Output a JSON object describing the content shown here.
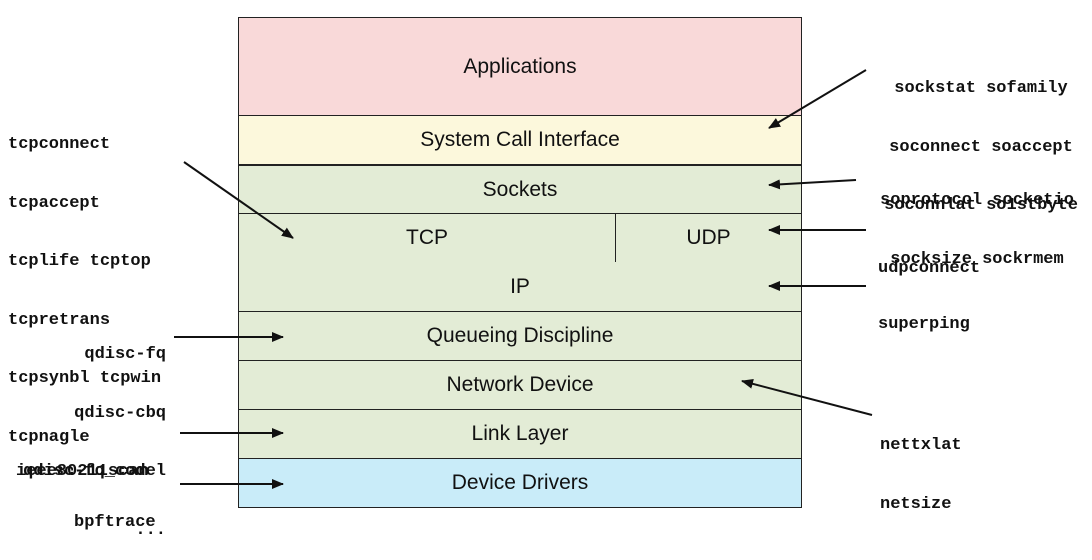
{
  "colors": {
    "applications": "#f9d9d9",
    "syscall": "#fcf8dc",
    "kernel": "#e3ecd6",
    "drivers": "#c9ecf9",
    "border": "#222222",
    "arrow": "#111111"
  },
  "layers": {
    "applications": "Applications",
    "syscall": "System Call Interface",
    "sockets": "Sockets",
    "tcp": "TCP",
    "udp": "UDP",
    "ip": "IP",
    "qdisc": "Queueing Discipline",
    "netdev": "Network Device",
    "linklayer": "Link Layer",
    "drivers": "Device Drivers"
  },
  "tools": {
    "syscall": [
      "sockstat sofamily",
      "soconnect soaccept",
      "soconnlat so1stbyte"
    ],
    "sockets": [
      "soprotocol socketio",
      "socksize sockrmem"
    ],
    "udp": [
      "udpconnect"
    ],
    "ip": [
      "superping"
    ],
    "netdev": [
      "nettxlat",
      "netsize"
    ],
    "tcp": [
      "tcpconnect",
      "tcpaccept",
      "tcplife tcptop",
      "tcpretrans",
      "tcpsynbl tcpwin",
      "tcpnagle"
    ],
    "qdisc": [
      "qdisc-fq",
      "qdisc-cbq",
      "qdisc-fq_codel",
      "..."
    ],
    "linklayer": [
      "ieee80211scan"
    ],
    "drivers": [
      "bpftrace"
    ]
  }
}
